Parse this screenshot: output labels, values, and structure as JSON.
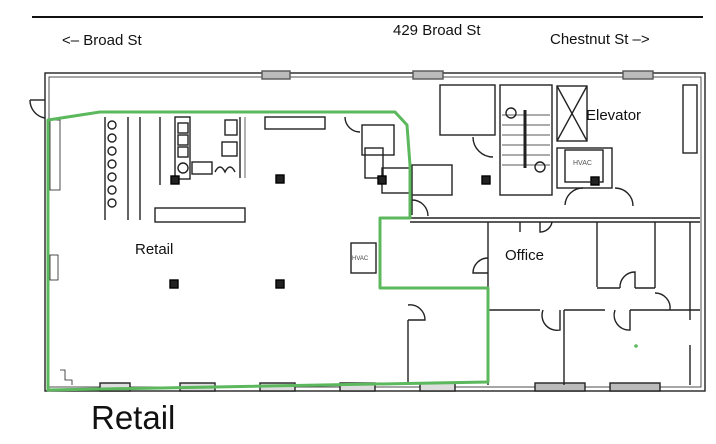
{
  "street": {
    "left": "<– Broad St",
    "address": "429 Broad St",
    "right": "Chestnut St –>"
  },
  "rooms": {
    "elevator": "Elevator",
    "office": "Office",
    "retail_inner": "Retail",
    "hvac_1": "HVAC",
    "hvac_2": "HVAC"
  },
  "caption": "Retail",
  "colors": {
    "highlight": "#5cb85c",
    "wall": "#222222",
    "background": "#ffffff"
  }
}
